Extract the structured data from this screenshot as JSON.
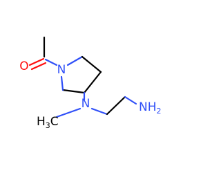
{
  "molecule": {
    "atoms": {
      "oxygen": {
        "label": "O",
        "color": "#ff0d0d"
      },
      "ring_nitrogen": {
        "label": "N",
        "color": "#3050f8"
      },
      "amine_nitrogen": {
        "label": "N",
        "color": "#3050f8"
      },
      "primary_amine": {
        "label": "NH",
        "subscript": "2",
        "color": "#3050f8"
      },
      "methyl": {
        "label": "H",
        "subscript": "3",
        "tail": "C",
        "color": "#000000"
      }
    },
    "colors": {
      "bond": "#000000",
      "carbon_label": "#000000",
      "oxygen": "#ff0d0d",
      "nitrogen": "#3050f8"
    }
  }
}
